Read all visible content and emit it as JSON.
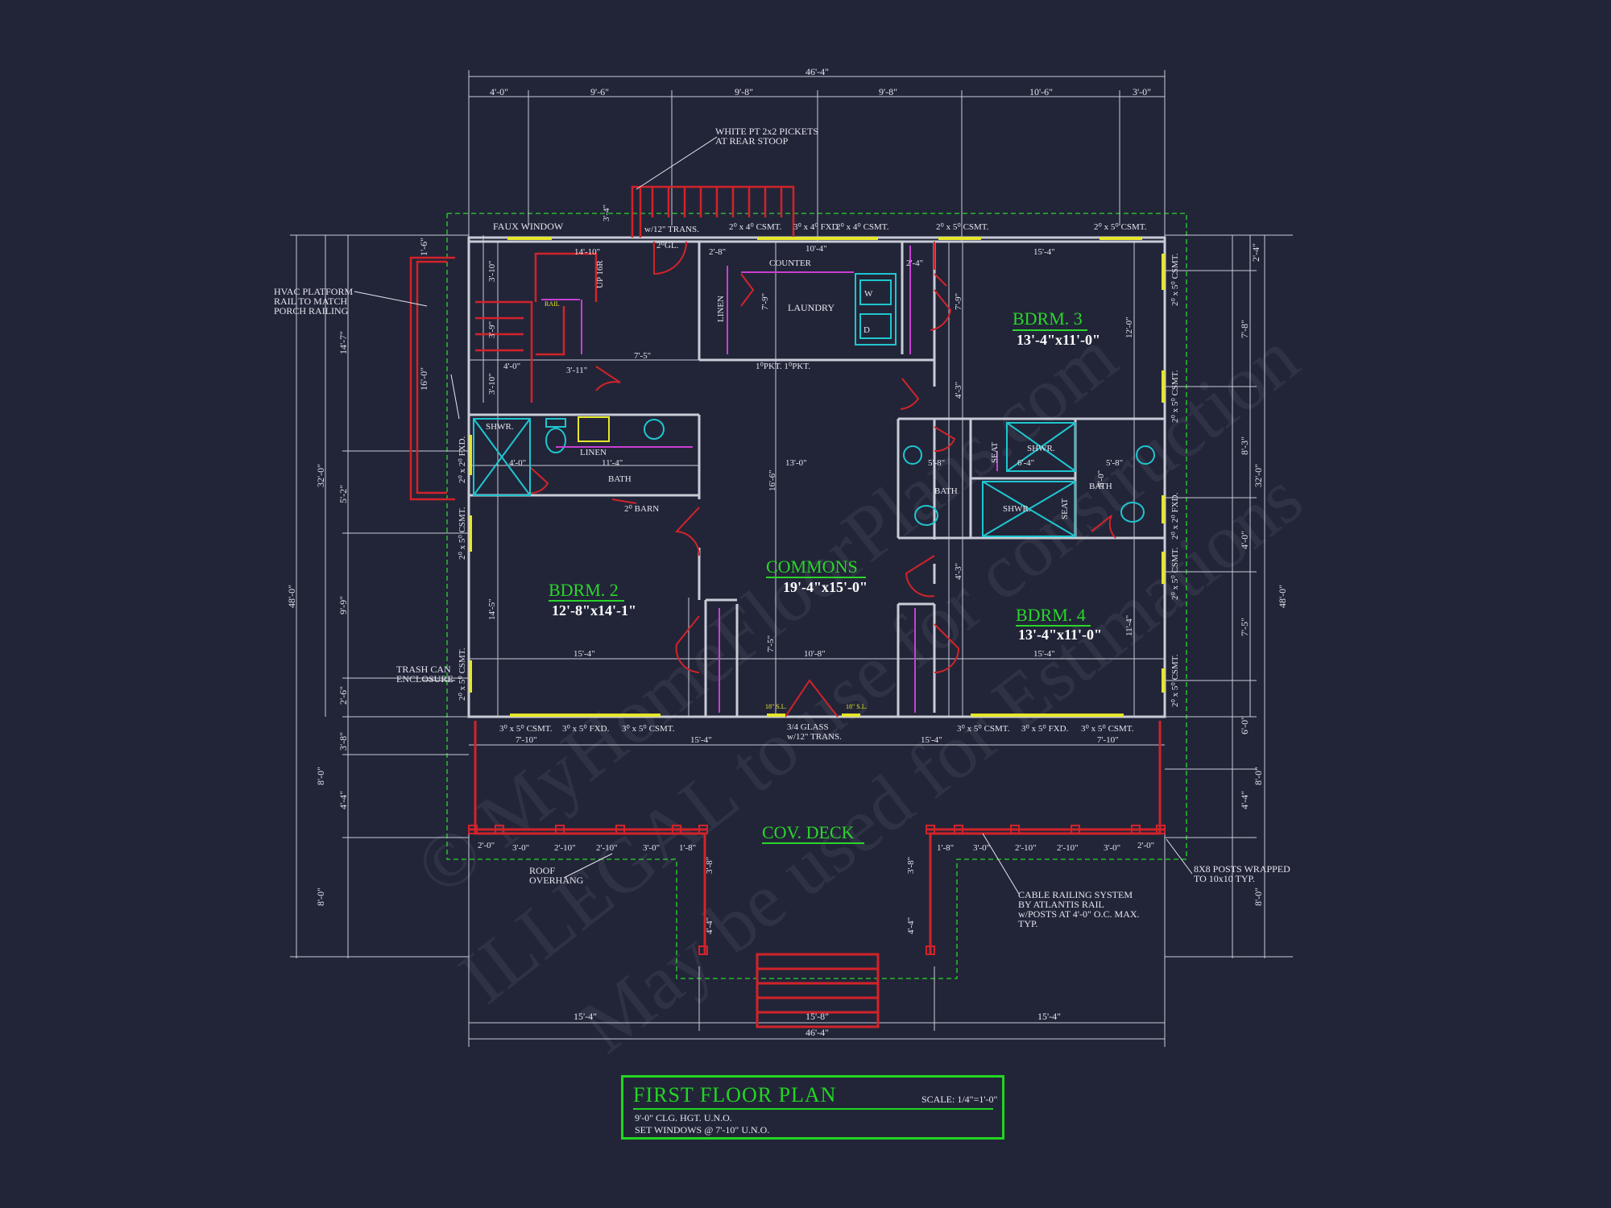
{
  "title_block": {
    "title": "FIRST FLOOR PLAN",
    "scale": "SCALE: 1/4\"=1'-0\"",
    "note1": "9'-0\" CLG. HGT. U.N.O.",
    "note2": "SET WINDOWS @ 7'-10\" U.N.O."
  },
  "watermark": {
    "line1": "© MyHomeFloorPlans.com",
    "line2": "ILLEGAL to use for construction",
    "line3": "May be used for Estimations"
  },
  "colors": {
    "background": "#222538",
    "walls": "#c8ccd6",
    "doors": "#d2232a",
    "green": "#2bd52b",
    "windows": "#e6e62a",
    "plumbing": "#1fc6d0"
  },
  "rooms": {
    "bdrm3": {
      "name": "BDRM. 3",
      "size": "13'-4\"x11'-0\""
    },
    "bdrm2": {
      "name": "BDRM. 2",
      "size": "12'-8\"x14'-1\""
    },
    "bdrm4": {
      "name": "BDRM. 4",
      "size": "13'-4\"x11'-0\""
    },
    "commons": {
      "name": "COMMONS",
      "size": "19'-4\"x15'-0\""
    },
    "deck": {
      "name": "COV. DECK"
    }
  },
  "top_dims": {
    "overall": "46'-4\"",
    "d1": "4'-0\"",
    "d2": "9'-6\"",
    "d3": "9'-8\"",
    "d4": "9'-8\"",
    "d5": "10'-6\"",
    "d6": "3'-0\""
  },
  "bottom_dims": {
    "d1": "15'-4\"",
    "d2": "15'-8\"",
    "d3": "15'-4\"",
    "overall": "46'-4\""
  },
  "side_dims": {
    "left_outer": "48'-0\"",
    "left_mid": "32'-0\"",
    "left_a": "14'-7\"",
    "left_b": "5'-2\"",
    "left_c": "9'-9\"",
    "left_d": "2'-6\"",
    "left_e": "3'-8\"",
    "left_f": "8'-0\"",
    "left_g": "4'-4\"",
    "left_h": "8'-0\"",
    "stoop": "16'-0\"",
    "stoop2": "1'-6\"",
    "right_outer": "48'-0\"",
    "right_mid": "32'-0\"",
    "right_a": "2'-4\"",
    "right_b": "7'-8\"",
    "right_c": "8'-3\"",
    "right_d": "4'-0\"",
    "right_e": "7'-5\"",
    "right_f": "6'-0\"",
    "right_g": "8'-0\"",
    "right_h": "4'-4\"",
    "right_i": "8'-0\""
  },
  "windows_top": {
    "faux": "FAUX WINDOW",
    "trans": "w/12\" TRANS.",
    "w1": "2⁰ x 4⁰ CSMT.",
    "w2": "3⁰ x 4⁰ FXD",
    "w3": "2⁰ x 4⁰ CSMT.",
    "w4": "2⁰ x 5⁰ CSMT.",
    "w5": "2⁰ x 5⁰ CSMT."
  },
  "windows_bottom": {
    "w1": "3⁰ x 5⁰ CSMT.",
    "w2": "3⁰ x 5⁰ FXD.",
    "w3": "3⁰ x 5⁰ CSMT.",
    "w4": "3⁰ x 5⁰ CSMT.",
    "w5": "3⁰ x 5⁰ FXD.",
    "w6": "3⁰ x 5⁰ CSMT.",
    "glass": "3/4 GLASS",
    "glass2": "w/12\" TRANS."
  },
  "windows_side": {
    "l1": "2⁰ x 2⁰ FXD.",
    "l2": "2⁰ x 5⁰ CSMT.",
    "l3": "2⁰ x 5⁰ CSMT.",
    "r1": "2⁰ x 5⁰ CSMT.",
    "r2": "2⁰ x 5⁰ CSMT.",
    "r3": "2⁰ x 2⁰ FXD.",
    "r4": "2⁰ x 5⁰ CSMT.",
    "r5": "2⁰ x 5⁰ CSMT."
  },
  "labels": {
    "pickets1": "WHITE PT 2x2 PICKETS",
    "pickets2": "AT REAR STOOP",
    "stoop_h": "3'-4\"",
    "hvac1": "HVAC PLATFORM",
    "hvac2": "RAIL TO MATCH",
    "hvac3": "PORCH RAILING",
    "trash1": "TRASH CAN",
    "trash2": "ENCLOSURE",
    "roof1": "ROOF",
    "roof2": "OVERHANG",
    "cable1": "CABLE RAILING SYSTEM",
    "cable2": "BY ATLANTIS RAIL",
    "cable3": "w/POSTS AT 4'-0\" O.C. MAX.",
    "cable4": "TYP.",
    "posts1": "8X8 POSTS WRAPPED",
    "posts2": "TO 10x10 TYP.",
    "counter": "COUNTER",
    "laundry": "LAUNDRY",
    "linen1": "LINEN",
    "linen2": "LINEN",
    "shwr1": "SHWR.",
    "shwr2": "SHWR.",
    "shwr3": "SHWR.",
    "bath1": "BATH",
    "bath2": "BATH",
    "bath3": "BATH",
    "seat1": "SEAT",
    "seat2": "SEAT",
    "up": "UP 16R",
    "rail": "RAIL",
    "barn": "2⁰ BARN",
    "pkt": "1⁰PKT. 1⁰PKT.",
    "gl": "2⁰GL.",
    "w": "W",
    "d": "D",
    "sl1": "18\" S.L.",
    "sl2": "18\" S.L."
  },
  "interior_dims": {
    "a": "14'-10\"",
    "b": "10'-4\"",
    "c": "15'-4\"",
    "d": "2'-8\"",
    "e": "2'-4\"",
    "f": "7'-5\"",
    "g": "4'-0\"",
    "h": "3'-10\"",
    "i": "3'-9\"",
    "j": "3'-10\"",
    "k": "3'-11\"",
    "l": "11'-4\"",
    "m": "13'-0\"",
    "n": "4'-0\"",
    "o": "5'-8\"",
    "p": "6'-4\"",
    "q": "5'-8\"",
    "r": "16'-6\"",
    "s": "14'-5\"",
    "t": "15'-4\"",
    "u": "10'-8\"",
    "v": "15'-4\"",
    "w": "7'-5\"",
    "x": "11'-4\"",
    "y": "12'-0\"",
    "z": "4'-3\"",
    "aa": "8'-0\"",
    "ab": "4'-3\"",
    "ac": "7'-9\"",
    "ad": "7'-9\"",
    "ae": "7'-10\"",
    "af": "15'-4\"",
    "ag": "15'-4\"",
    "ah": "7'-10\""
  },
  "deck_dims": {
    "l1": "2'-0\"",
    "l2": "3'-0\"",
    "l3": "2'-10\"",
    "l4": "2'-10\"",
    "l5": "3'-0\"",
    "l6": "1'-8\"",
    "r1": "1'-8\"",
    "r2": "3'-0\"",
    "r3": "2'-10\"",
    "r4": "2'-10\"",
    "r5": "3'-0\"",
    "r6": "2'-0\"",
    "h1": "3'-8\"",
    "h2": "4'-4\"",
    "h3": "3'-8\"",
    "h4": "4'-4\""
  }
}
